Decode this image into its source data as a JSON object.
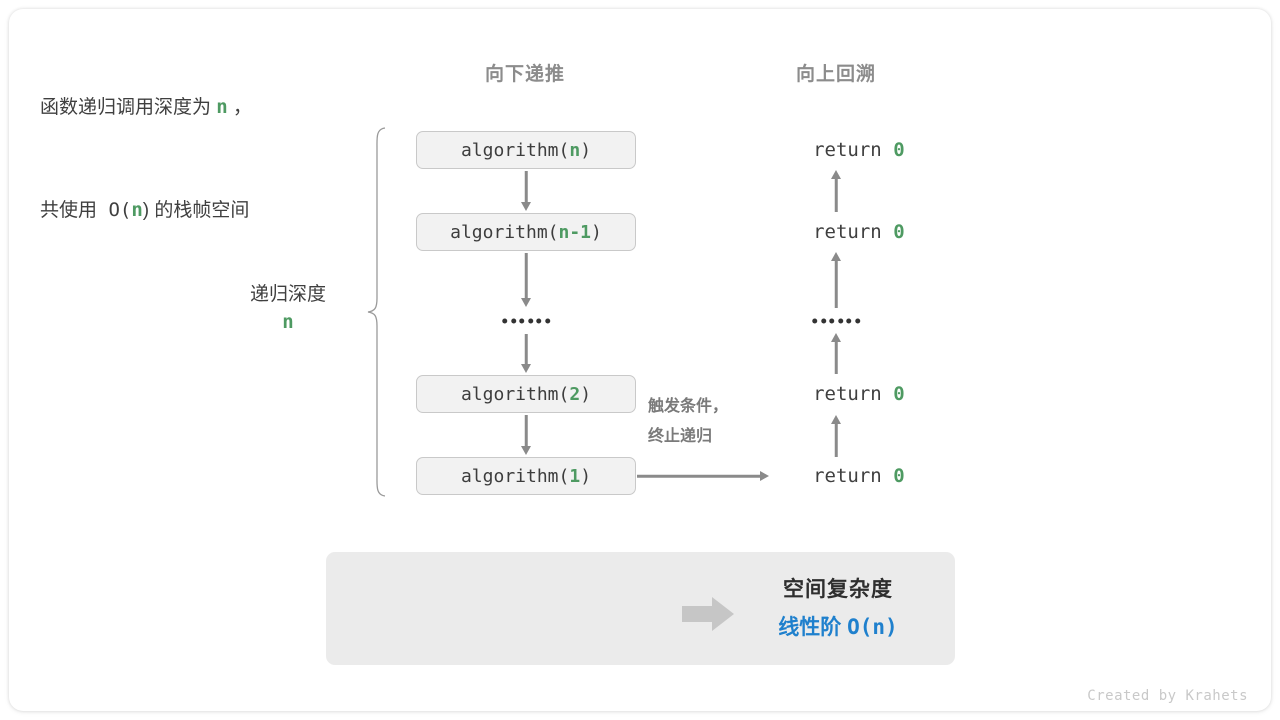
{
  "diagram": {
    "headers": {
      "left": "向下递推",
      "right": "向上回溯"
    },
    "depth_label": {
      "text": "递归深度",
      "value": "n"
    },
    "call_stack": [
      {
        "prefix": "algorithm(",
        "arg": "n",
        "suffix": ")"
      },
      {
        "prefix": "algorithm(",
        "arg": "n-1",
        "suffix": ")"
      },
      {
        "ellipsis": "••••••"
      },
      {
        "prefix": "algorithm(",
        "arg": "2",
        "suffix": ")"
      },
      {
        "prefix": "algorithm(",
        "arg": "1",
        "suffix": ")"
      }
    ],
    "returns": [
      {
        "keyword": "return ",
        "value": "0"
      },
      {
        "keyword": "return ",
        "value": "0"
      },
      {
        "ellipsis": "••••••"
      },
      {
        "keyword": "return ",
        "value": "0"
      },
      {
        "keyword": "return ",
        "value": "0"
      }
    ],
    "condition_note": {
      "line1": "触发条件，",
      "line2": "终止递归"
    },
    "summary": {
      "left_line1_a": "函数递归调用深度为 ",
      "left_line1_n": "n",
      "left_line1_b": " ，",
      "left_line2_a": "共使用 O(",
      "left_line2_n": "n",
      "left_line2_b": ") 的栈帧空间",
      "arrow_icon": "block-right-arrow-icon",
      "right_title": "空间复杂度",
      "right_value_a": "线性阶 ",
      "right_value_b": "O(n)"
    }
  },
  "watermark": "Created by Krahets",
  "colors": {
    "accent_green": "#4e9a62",
    "accent_blue": "#1f80cd",
    "box_fill": "#f2f2f2",
    "box_border": "#c9c9c9",
    "panel_fill": "#ebebeb",
    "arrow_gray": "#8a8a8a",
    "header_gray": "#8c8c8c",
    "text_dark": "#3f3f3f"
  }
}
